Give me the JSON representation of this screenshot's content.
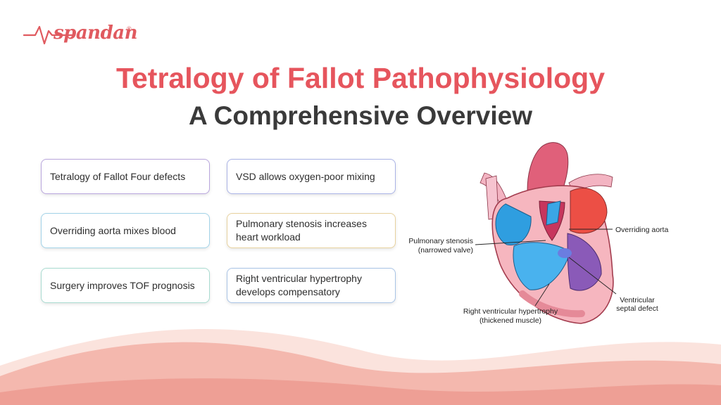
{
  "brand": {
    "name": "spandan",
    "registered": "®"
  },
  "header": {
    "title": "Tetralogy of Fallot Pathophysiology",
    "subtitle": "A Comprehensive Overview"
  },
  "cards": [
    "Tetralogy of Fallot Four defects",
    "VSD allows oxygen-poor mixing",
    "Overriding aorta mixes blood",
    "Pulmonary stenosis increases heart workload",
    "Surgery improves TOF prognosis",
    "Right ventricular hypertrophy develops compensatory"
  ],
  "diagram": {
    "labels": {
      "overriding_aorta": "Overriding aorta",
      "pulmonary_stenosis": "Pulmonary stenosis",
      "pulmonary_stenosis_note": "(narrowed valve)",
      "vsd_line1": "Ventricular",
      "vsd_line2": "septal defect",
      "rvh_line1": "Right ventricular hypertrophy",
      "rvh_line2": "(thickened muscle)"
    }
  },
  "colors": {
    "accent": "#e6555d",
    "text_dark": "#3a3a3a",
    "wave_light": "#fbe3dd",
    "wave_mid": "#f4b8ae",
    "wave_dark": "#ee9f95"
  }
}
